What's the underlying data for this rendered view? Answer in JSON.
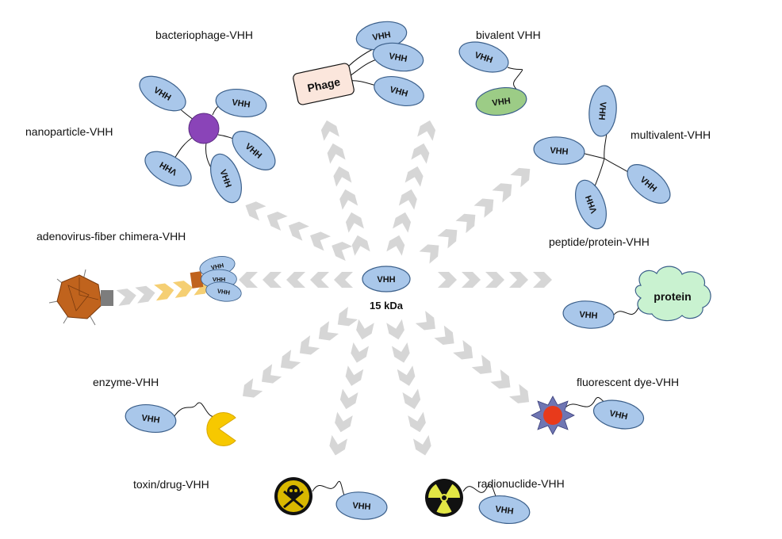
{
  "center": {
    "vhh_label": "VHH",
    "size_label": "15 kDa"
  },
  "vhh_text": "VHH",
  "labels": {
    "bacteriophage": "bacteriophage-VHH",
    "bivalent": "bivalent VHH",
    "nanoparticle": "nanoparticle-VHH",
    "multivalent": "multivalent-VHH",
    "adenovirus": "adenovirus-fiber chimera-VHH",
    "peptide": "peptide/protein-VHH",
    "enzyme": "enzyme-VHH",
    "fluorescent": "fluorescent dye-VHH",
    "toxin": "toxin/drug-VHH",
    "radionuclide": "radionuclide-VHH"
  },
  "phage_text": "Phage",
  "protein_text": "protein",
  "colors": {
    "vhh_fill": "#a9c7ea",
    "vhh_stroke": "#3b5f8a",
    "chevron": "#d6d6d6",
    "chevron_yellow": "#f5cf73",
    "nanoparticle": "#8a44b8",
    "bivalent_green": "#9ccc86",
    "phage_box": "#fbe6dc",
    "protein_cloud": "#c9f2d0",
    "adenovirus": "#c0631d",
    "enzyme": "#f7c800",
    "dye": "#e83a1b"
  }
}
